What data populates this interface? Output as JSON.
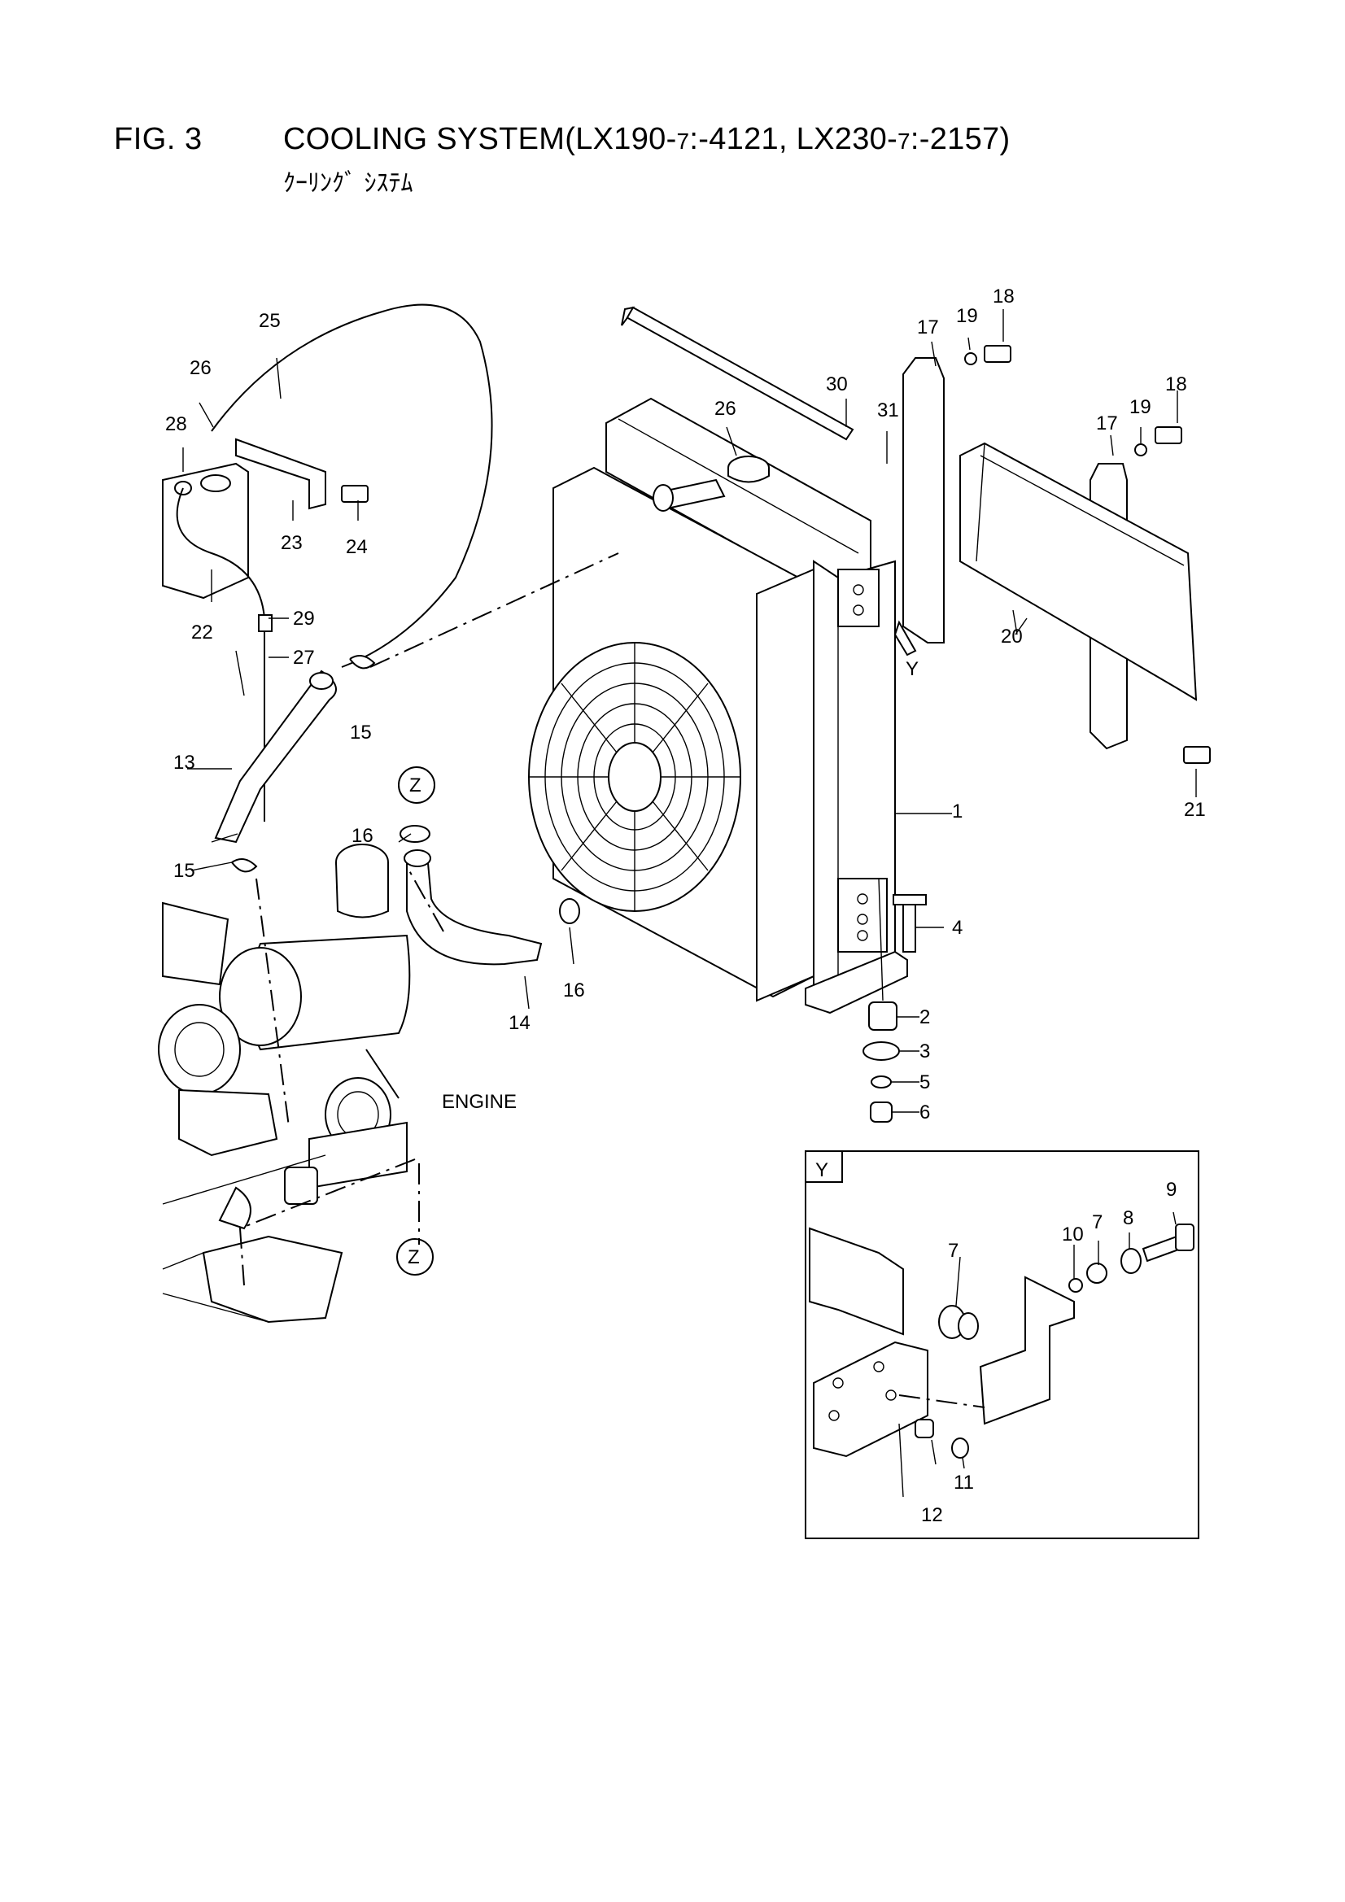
{
  "header": {
    "fig_number": "FIG. 3",
    "title_main": "COOLING SYSTEM(LX190-",
    "title_s1": "7",
    "title_mid": ":-4121, LX230-",
    "title_s2": "7",
    "title_end": ":-2157)",
    "subtitle": "ｸｰﾘﾝｸﾞ ｼｽﾃﾑ"
  },
  "labels": {
    "engine": "ENGINE",
    "view_y": "Y",
    "view_z": "Z",
    "arrow_y": "Y"
  },
  "callouts": [
    "1",
    "2",
    "3",
    "4",
    "5",
    "6",
    "7",
    "8",
    "9",
    "10",
    "11",
    "12",
    "13",
    "14",
    "15",
    "16",
    "17",
    "18",
    "19",
    "20",
    "21",
    "22",
    "23",
    "24",
    "25",
    "26",
    "27",
    "28",
    "29",
    "30",
    "31"
  ]
}
